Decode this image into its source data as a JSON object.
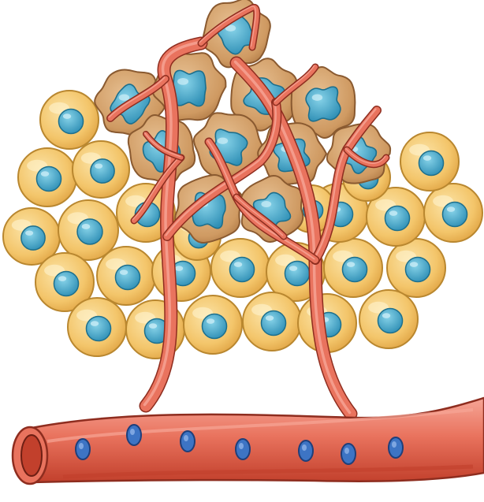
{
  "illustration": {
    "subject": "tumor-angiogenesis",
    "elements": [
      "healthy-cell",
      "tumor-cell",
      "capillary",
      "blood-vessel",
      "red-blood-cell"
    ]
  },
  "colors": {
    "background": "#ffffff",
    "healthy_cell_fill": "#f3c56a",
    "healthy_cell_light": "#fbe3a6",
    "healthy_cell_stroke": "#b9872f",
    "nucleus_fill": "#3aa3c8",
    "nucleus_light": "#86d2e8",
    "nucleus_stroke": "#1d6f8d",
    "tumor_cell_fill": "#cf9a62",
    "tumor_cell_light": "#e6bf91",
    "tumor_cell_stroke": "#8a5a30",
    "vessel_fill": "#e9735e",
    "vessel_dark": "#c2402c",
    "vessel_light": "#f6a596",
    "vessel_stroke": "#8e2d1f",
    "rbc_fill": "#3d74c4",
    "rbc_stroke": "#1f3f7a"
  }
}
